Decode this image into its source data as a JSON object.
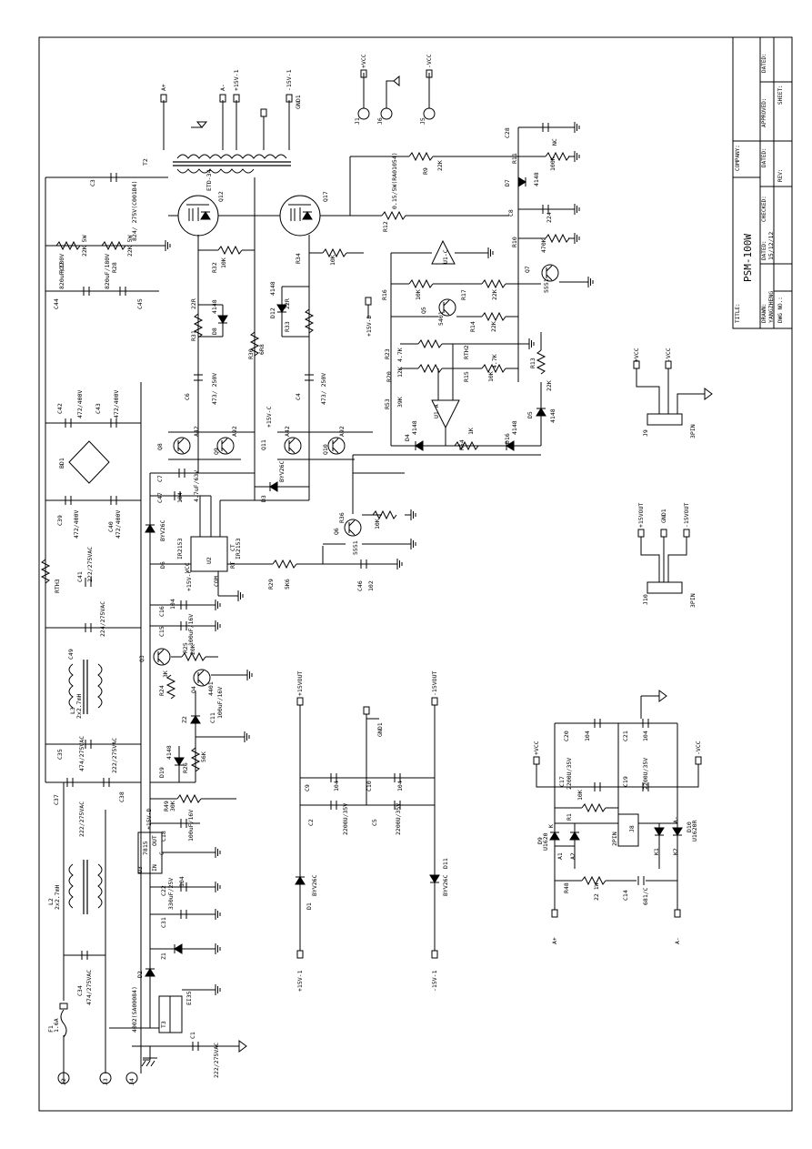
{
  "title_block": {
    "title_label": "TITLE:",
    "title": "PSM-100W",
    "company_label": "COMPANY:",
    "drawn_label": "DRAWN:",
    "drawn_by": "YANGZHENG",
    "dated_label": "DATED:",
    "dated": "15/12/12",
    "checked_label": "CHECKED:",
    "approved_label": "APPROVED:",
    "rev_label": "REV:",
    "sheet_label": "SHEET:",
    "dwg_label": "DWG NO.:"
  },
  "labels": {
    "j2": "J2",
    "j3": "J3",
    "j4": "J4",
    "j1": "J1",
    "j6": "J6",
    "j5": "J5",
    "k": "K",
    "f1": "F1",
    "f1_val": "1.6A",
    "c34": "C34",
    "c34_val": "474/275VAC",
    "l2": "L2",
    "l2_val": "2x2.7mH",
    "c37": "C37",
    "c37_val": "222/275VAC",
    "c35": "C35",
    "c35_val": "474/275VAC",
    "c38": "C38",
    "c38_val": "222/275VAC",
    "l3": "L3",
    "l3_val": "2x2.7mH",
    "c49": "C49",
    "c49_val": "224/275VAC",
    "rth3": "RTH3",
    "c41": "C41",
    "c41_val": "222/275VAC",
    "c39": "C39",
    "c39_val": "472/400V",
    "c40": "C40",
    "c40_val": "472/400V",
    "bd1": "BD1",
    "c42": "C42",
    "c42_val": "472/400V",
    "c43": "C43",
    "c43_val": "472/400V",
    "c44": "C44",
    "c44_val": "820uF/180V",
    "c45": "C45",
    "c45_val": "820uF/180V",
    "r27": "R27",
    "r27_val": "22K 5W",
    "r28": "R28",
    "r28_val": "22K 5W",
    "c3": "C3",
    "c3_val": "824/ 275V(C001B4)",
    "q12": "Q12",
    "q17": "Q17",
    "t2": "T2",
    "t2_core": "ETD-34",
    "a_plus": "A+",
    "a_minus": "A-",
    "p15v1": "+15V-1",
    "m15v1": "-15V-1",
    "gnd1": "GND1",
    "pvcc": "+VCC",
    "mvcc": "-VCC",
    "r32": "R32",
    "r32_val": "10K",
    "r31": "R31",
    "r31_val": "22R",
    "d8": "D8",
    "d8_val": "4148",
    "r30": "R30",
    "r30_val": "6R8",
    "d12": "D12",
    "d12_val": "4148",
    "r33": "R33",
    "r33_val": "22R",
    "r34": "R34",
    "r34_val": "10K",
    "c6": "C6",
    "c6_val": "473/ 250V",
    "c4": "C4",
    "c4_val": "473/ 250V",
    "q8": "Q8",
    "q9": "Q9",
    "q11": "Q11",
    "q10": "Q10",
    "a42": "A42",
    "a92": "A92",
    "c7": "C7",
    "c7_val": "4.7uF/63V",
    "c47": "C47",
    "c47_val": "104",
    "d3": "D3",
    "d3_val": "BYV26C",
    "d6": "D6",
    "d6_val": "BYV26C",
    "u2": "U2",
    "ir2153": "IR2153",
    "vcc": "VCC",
    "com": "COM",
    "rt": "RT",
    "ct": "CT",
    "p15vc": "+15V-C",
    "r29": "R29",
    "r29_val": "5K6",
    "c46": "C46",
    "c46_val": "102",
    "q6": "Q6",
    "q6_val": "5551",
    "r36": "R36",
    "r36_val": "10K",
    "c16": "C16",
    "c16_val": "104",
    "c15": "C15",
    "c15_val": "100uF/16V",
    "q3": "Q3",
    "r25": "R25",
    "r25_val": "20K",
    "r24": "R24",
    "r24_val": "3K",
    "q4": "Q4",
    "q4_val": "4401",
    "z2": "Z2",
    "c11": "C11",
    "c11_val": "100uF/16V",
    "d19": "D19",
    "d19_val": "4148",
    "r26": "R26",
    "r26_val": "56K",
    "r49": "R49",
    "r49_val": "30K",
    "u3": "U3",
    "u3_val": "7815",
    "in": "IN",
    "out": "OUT",
    "g": "G",
    "p15vd": "+15V-D",
    "c18": "C18",
    "c18_val": "100uF/16V",
    "c22": "C22",
    "c22_val": "104",
    "c31": "C31",
    "c31_val": "330uF/25V",
    "z1": "Z1",
    "d2": "D2",
    "d2_val": "4002(SA00084)",
    "t3": "T3",
    "t3_core": "EI35",
    "c1": "C1",
    "c1_val": "222/275VAC",
    "c28": "C28",
    "nc": "NC",
    "r11": "R11",
    "r11_val": "100K",
    "d7": "D7",
    "d7_val": "4148",
    "c8": "C8",
    "c8_val": "224",
    "r10": "R10",
    "r10_val": "470K",
    "q7": "Q7",
    "q7_val": "5551",
    "r9": "R9",
    "r9_val": "22K",
    "r12": "R12",
    "r12_val": "0.15/5W(RA01054)",
    "u1c": "U1-C",
    "r16": "R16",
    "r16_val": "10K",
    "r17": "R17",
    "r17_val": "22K",
    "q5": "Q5",
    "q5_val": "5401",
    "r14": "R14",
    "r14_val": "22K",
    "r23": "R23",
    "r23_val": "4.7K",
    "r20": "R20",
    "r20_val": "12K",
    "rth2": "RTH2",
    "r15": "R15",
    "r15_val": "10K",
    "r53": "R53",
    "r53_val": "39K",
    "u1a": "U1-A",
    "r13": "R13",
    "r13_val": "22K",
    "r4_7k": "4.7K",
    "d4": "D4",
    "d4_val": "4148",
    "r54": "R54",
    "r54_val": "1K",
    "d16": "D16",
    "d16_val": "4148",
    "d5": "D5",
    "d5_val": "4148",
    "j9": "J9",
    "j10": "J10",
    "pin3": "3PIN",
    "p15vout": "+15VOUT",
    "m15vout": "-15VOUT",
    "gnd1b": "GND1",
    "c9": "C9",
    "c9_val": "104",
    "c10": "C10",
    "c10_val": "104",
    "c2": "C2",
    "c2_val": "2200U/35V",
    "c5": "C5",
    "c5_val": "2200U/35V",
    "d1": "D1",
    "d1_val": "BYV26C",
    "d11": "D11",
    "d11_val": "BYV26C",
    "c20": "C20",
    "c20_val": "104",
    "c21": "C21",
    "c21_val": "104",
    "c17": "C17",
    "c17_val": "2200U/35V",
    "c19": "C19",
    "c19_val": "2200U/35V",
    "r1": "R1",
    "r1_val": "10K",
    "j8": "J8",
    "j8_val": "2PIN",
    "d9": "D9",
    "d9_val": "U1620",
    "d10": "D10",
    "d10_val": "U1620R",
    "a1": "A1",
    "a2": "A2",
    "k1": "K1",
    "k2": "K2",
    "r48": "R48",
    "r48_val": "22 1W",
    "c14": "C14",
    "c14_val": "681/C"
  }
}
